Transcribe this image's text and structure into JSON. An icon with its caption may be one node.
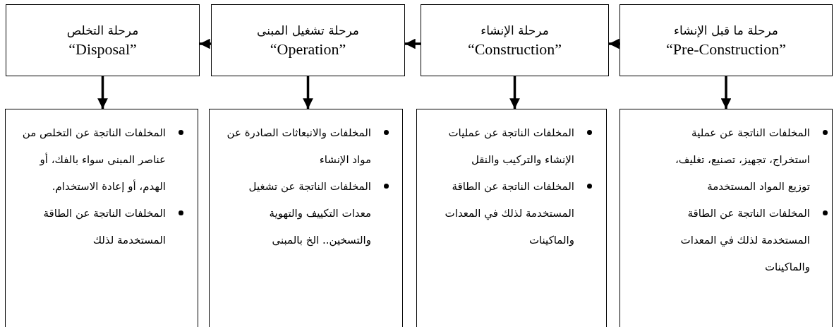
{
  "diagram": {
    "nodes": [
      {
        "text": [
          "مرحلة ما قبل الإنشاء",
          "“Pre-Construction”"
        ]
      },
      {
        "text": [
          "مرحلة الإنشاء",
          "“Construction”"
        ]
      },
      {
        "text": [
          "مرحلة تشغيل المبنى",
          "“Operation”"
        ]
      },
      {
        "text": [
          "مرحلة التخلص",
          "“Disposal”"
        ]
      },
      {
        "text": [
          "المخلفات الناتجة عن عملية استخراج، تجهيز، تصنيع، تغليف، توزيع المواد المستخدمة",
          "المخلفات الناتجة عن الطاقة المستخدمة لذلك في المعدات والماكينات"
        ]
      },
      {
        "text": [
          "المخلفات الناتجة عن عمليات الإنشاء والتركيب والنقل",
          "المخلفات الناتجة عن الطاقة المستخدمة لذلك في المعدات والماكينات"
        ]
      },
      {
        "text": [
          "المخلفات والانبعاثات الصادرة عن مواد الإنشاء",
          "المخلفات الناتجة عن تشغيل معدات التكييف والتهوية والتسخين.. الخ بالمبنى"
        ]
      },
      {
        "text": [
          "المخلفات الناتجة عن التخلص من عناصر المبنى سواء بالفك، أو الهدم، أو إعادة الاستخدام.",
          "المخلفات الناتجة عن الطاقة المستخدمة لذلك"
        ]
      }
    ],
    "edges": [
      {
        "from": 0,
        "to": 1,
        "arrow": "to"
      },
      {
        "from": 1,
        "to": 2,
        "arrow": "to"
      },
      {
        "from": 2,
        "to": 3,
        "arrow": "to"
      },
      {
        "from": 0,
        "to": 4,
        "arrow": "to"
      },
      {
        "from": 1,
        "to": 5,
        "arrow": "to"
      },
      {
        "from": 2,
        "to": 6,
        "arrow": "to"
      },
      {
        "from": 3,
        "to": 7,
        "arrow": "to"
      }
    ]
  }
}
